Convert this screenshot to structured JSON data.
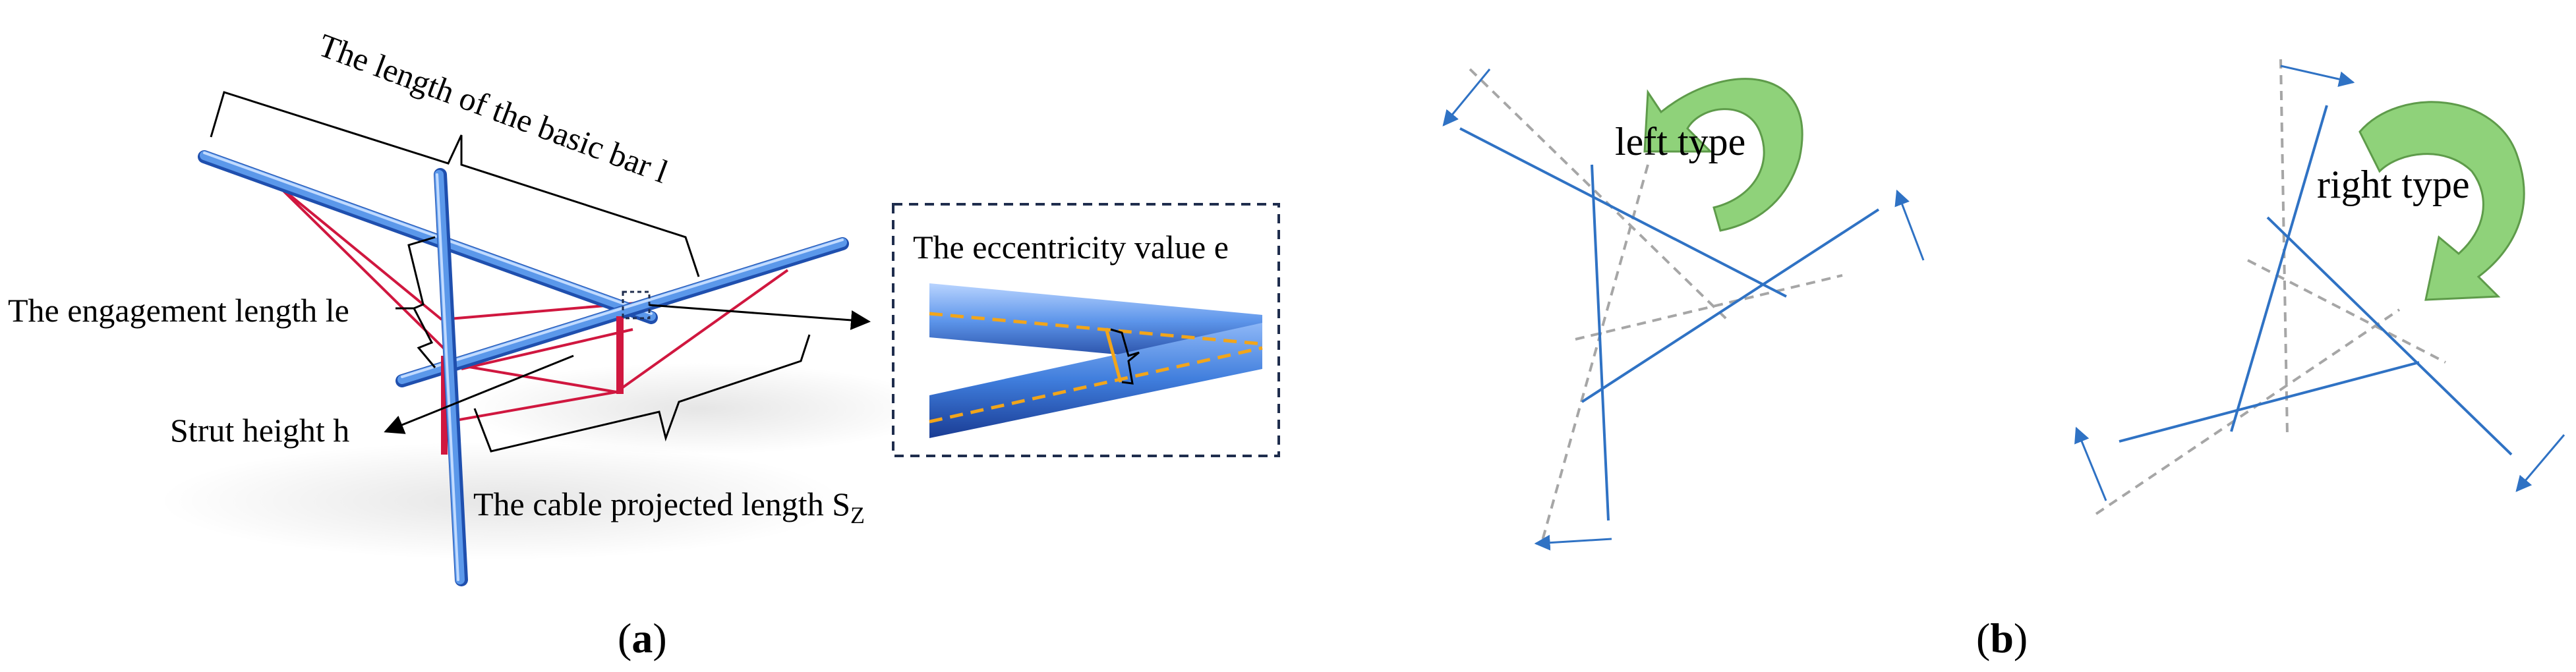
{
  "panel_a": {
    "label_basic_bar": "The length of the basic bar l",
    "label_engagement": "The engagement length le",
    "label_strut": "Strut height h",
    "label_cable_main": "The cable projected length S",
    "label_cable_sub": "Z",
    "label_eccentricity": "The eccentricity value e",
    "caption_open": "(",
    "caption_letter": "a",
    "caption_close": ")"
  },
  "panel_b": {
    "label_left": "left type",
    "label_right": "right type",
    "caption_open": "(",
    "caption_letter": "b",
    "caption_close": ")"
  },
  "colors": {
    "bar": "#4f8fe6",
    "bar_dark": "#1f4fae",
    "cable": "#d0173f",
    "strut": "#d0173f",
    "line_blue": "#2f72c4",
    "dashed_grey": "#a6a6a6",
    "arrow_green": "#8fd27a",
    "eccentricity_dash": "#f2a51a",
    "inset_frame": "#1f2d4d"
  }
}
